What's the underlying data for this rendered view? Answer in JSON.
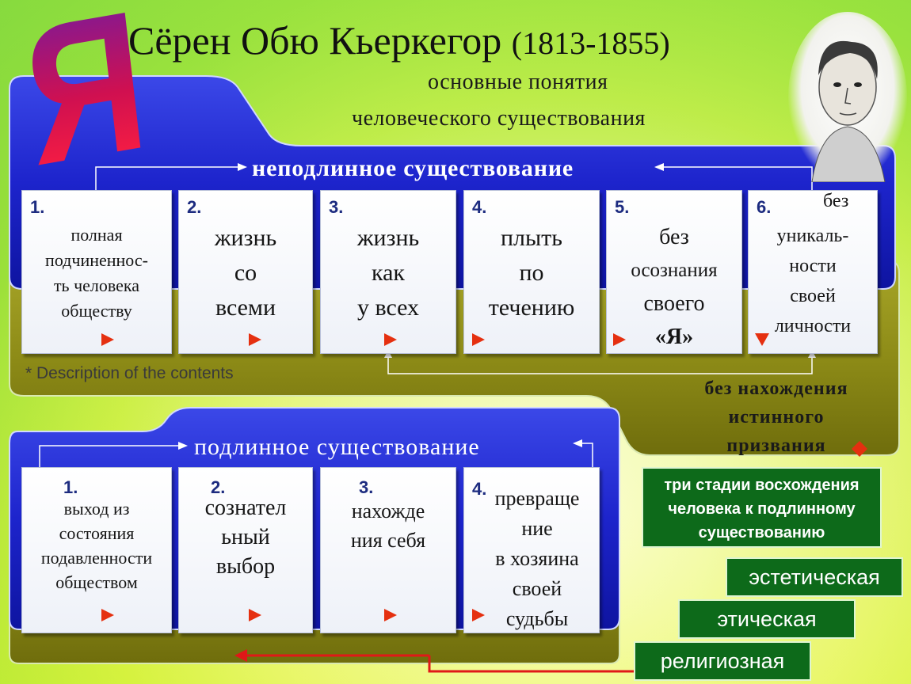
{
  "header": {
    "letter": "Я",
    "title": "Сёрен Обю Кьеркегор",
    "years": "(1813-1855)",
    "subtitle_line1": "основные понятия",
    "subtitle_line2": "человеческого существования"
  },
  "inauthentic": {
    "title": "неподлинное существование",
    "cards": [
      {
        "num": "1.",
        "lines": [
          "полная",
          "подчиненнос-",
          "ть человека",
          "обществу"
        ]
      },
      {
        "num": "2.",
        "lines": [
          "жизнь",
          "со",
          "всеми"
        ]
      },
      {
        "num": "3.",
        "lines": [
          "жизнь",
          "как",
          "у всех"
        ]
      },
      {
        "num": "4.",
        "lines": [
          "плыть",
          "по",
          "течению"
        ]
      },
      {
        "num": "5.",
        "lines": [
          "без",
          "осознания",
          "своего",
          "«Я»"
        ]
      },
      {
        "num": "6.",
        "top": "без",
        "lines": [
          "уникаль-",
          "ности",
          "своей",
          "личности"
        ]
      }
    ],
    "note": "* Description of the contents",
    "extra_line1": "без нахождения",
    "extra_line2": "истинного",
    "extra_line3": "призвания"
  },
  "authentic": {
    "title": "подлинное существование",
    "cards": [
      {
        "num": "1.",
        "lines": [
          "выход из",
          "состояния",
          "подавленности",
          "обществом"
        ]
      },
      {
        "num": "2.",
        "lines": [
          "сознател",
          "ьный",
          "выбор"
        ]
      },
      {
        "num": "3.",
        "lines": [
          "нахожде",
          "ния себя"
        ]
      },
      {
        "num": "4.",
        "lines": [
          "превраще",
          "ние",
          "в хозяина",
          "своей",
          "судьбы"
        ]
      }
    ]
  },
  "stages": {
    "heading": "три стадии восхождения человека к подлинному существованию",
    "heading_line1": "три стадии восхождения",
    "heading_line2": "человека к подлинному",
    "heading_line3": "существованию",
    "items": [
      "эстетическая",
      "этическая",
      "религиозная"
    ]
  },
  "colors": {
    "banner_blue": "#1a20c8",
    "olive": "#8c8a16",
    "accent_red": "#e53010",
    "stage_green": "#0d6a1a"
  }
}
